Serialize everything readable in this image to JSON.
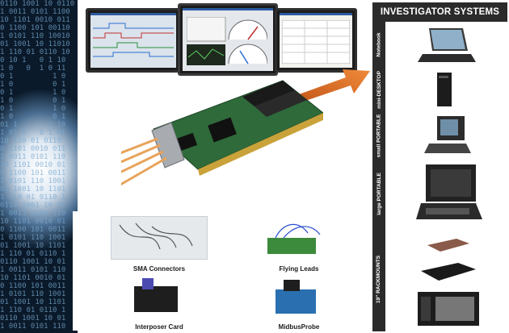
{
  "panel": {
    "title": "INVESTIGATOR SYSTEMS",
    "sections": [
      {
        "label": "Notebook"
      },
      {
        "label": "mini-DESKTOP"
      },
      {
        "label": "small PORTABLE"
      },
      {
        "label": "large PORTABLE"
      },
      {
        "label": "19\" RACKMOUNTS"
      }
    ]
  },
  "accessories": [
    {
      "label": "SMA Connectors"
    },
    {
      "label": "Flying Leads"
    },
    {
      "label": "Interposer Card"
    },
    {
      "label": "MidbusProbe"
    }
  ],
  "colors": {
    "arrow": "#d9661b",
    "panel_header": "#2b2b2b",
    "board": "#2f6a3a"
  }
}
